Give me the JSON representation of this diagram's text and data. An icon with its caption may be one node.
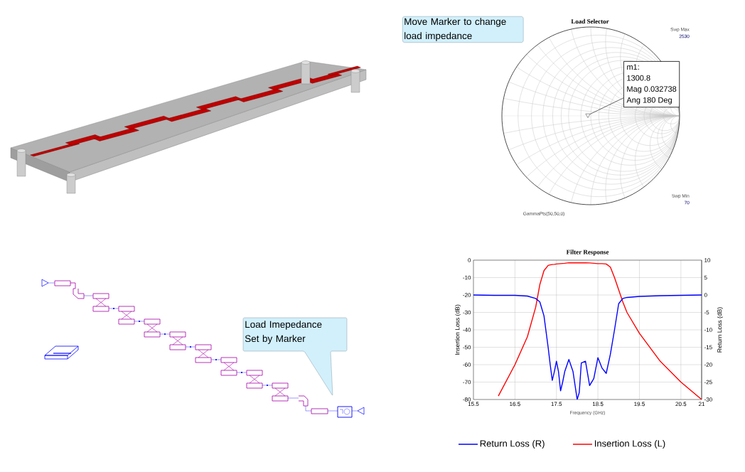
{
  "diagram": {
    "nodes": [
      {
        "text": [
          "Move Marker to change load impedance"
        ]
      },
      {
        "text": [
          "m1:",
          "1300.8",
          "Mag 0.032738",
          "Ang 180 Deg"
        ]
      },
      {
        "text": [],
        "shape": "triangle"
      },
      {
        "text": [
          "Load Imepedance Set by Marker"
        ]
      }
    ],
    "edges": [
      {
        "from": 1,
        "to": 2,
        "arrow": "none"
      }
    ],
    "labels": [
      "Load Selector",
      "Swp Max",
      "2530",
      "Swp Min",
      "70",
      "GammaPts(50,50,0)"
    ],
    "chart_data": {
      "type": "line",
      "title": "Filter Response",
      "xlabel": "Frequency (GHz)",
      "ylabel": "Insertion Loss (dB)",
      "y2label": "Return Loss (dB)",
      "x": [
        15.5,
        16.0,
        16.1,
        16.5,
        16.8,
        17.0,
        17.1,
        17.2,
        17.3,
        17.35,
        17.4,
        17.45,
        17.5,
        17.55,
        17.6,
        17.65,
        17.7,
        17.8,
        17.9,
        18.0,
        18.05,
        18.1,
        18.2,
        18.3,
        18.4,
        18.5,
        18.6,
        18.7,
        18.8,
        18.9,
        19.0,
        19.1,
        19.2,
        19.5,
        20.0,
        20.5,
        21.0
      ],
      "series": [
        {
          "name": "Return Loss (R)",
          "color": "#0000ff",
          "axis": "y2",
          "values": [
            0,
            -0.1,
            -0.1,
            -0.1,
            -0.3,
            -1,
            -2,
            -6,
            -15,
            -20,
            -24.5,
            -22,
            -19,
            -22,
            -27.5,
            -25,
            -22,
            -18.5,
            -22,
            -30,
            -28,
            -19.5,
            -19,
            -26,
            -24,
            -18,
            -21,
            -22.5,
            -17,
            -10,
            -2.5,
            -1,
            -0.7,
            -0.4,
            -0.2,
            -0.1,
            0
          ]
        },
        {
          "name": "Insertion Loss (L)",
          "color": "#ff0000",
          "axis": "y",
          "values": [
            null,
            null,
            -78,
            -60,
            -44,
            -27,
            -14,
            -6,
            -3,
            -2.7,
            -2.5,
            -2.4,
            -2.2,
            -2.1,
            -2,
            -1.9,
            -1.8,
            -1.5,
            -1.5,
            -1.5,
            -1.5,
            -1.5,
            -1.5,
            -1.6,
            -1.8,
            -2,
            -2,
            -2.2,
            -4,
            -10,
            -17,
            -24,
            -30,
            -42,
            -58,
            -70,
            -80
          ]
        }
      ],
      "grid": true,
      "legend": true,
      "xlim": [
        15.5,
        21
      ],
      "ylim": [
        -80,
        0
      ],
      "y2lim": [
        -30,
        10
      ],
      "xticks": [
        15.5,
        16.5,
        17.5,
        18.5,
        19.5,
        20.5,
        21
      ],
      "yticks": [
        -80,
        -70,
        -60,
        -50,
        -40,
        -30,
        -20,
        -10,
        0
      ],
      "y2ticks": [
        -30,
        -25,
        -20,
        -15,
        -10,
        -5,
        0,
        5,
        10
      ]
    }
  }
}
